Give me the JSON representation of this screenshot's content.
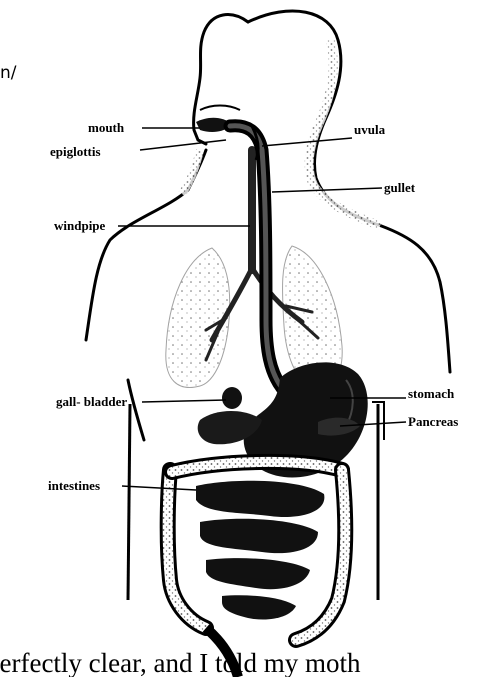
{
  "diagram": {
    "top_fragment": "n/",
    "labels": {
      "mouth": "mouth",
      "epiglottis": "epiglottis",
      "uvula": "uvula",
      "gullet": "gullet",
      "windpipe": "windpipe",
      "stomach": "stomach",
      "pancreas": "Pancreas",
      "gall_bladder": "gall- bladder",
      "intestines": "intestines"
    },
    "caption": "perfectly clear, and I told my moth"
  },
  "colors": {
    "ink": "#000000",
    "paper": "#ffffff",
    "shade": "#6e6e6e"
  }
}
